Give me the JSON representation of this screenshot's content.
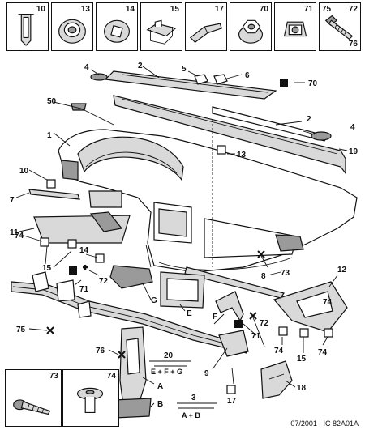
{
  "top_fasteners": [
    {
      "id": "10"
    },
    {
      "id": "13"
    },
    {
      "id": "14"
    },
    {
      "id": "15"
    },
    {
      "id": "17"
    },
    {
      "id": "70"
    },
    {
      "id": "71"
    },
    {
      "id": "75",
      "id2": "76",
      "id3": "72"
    }
  ],
  "bottom_fasteners": [
    {
      "id": "73"
    },
    {
      "id": "74"
    }
  ],
  "callouts": {
    "c1": "1",
    "c2a": "2",
    "c2b": "2",
    "c3": "3",
    "c4a": "4",
    "c4b": "4",
    "c5": "5",
    "c6": "6",
    "c7": "7",
    "c8": "8",
    "c9": "9",
    "c10": "10",
    "c11": "11",
    "c12": "12",
    "c13": "13",
    "c14": "14",
    "c15a": "15",
    "c15b": "15",
    "c17": "17",
    "c18": "18",
    "c19": "19",
    "c20": "20",
    "c50": "50",
    "c70": "70",
    "c71a": "71",
    "c71b": "71",
    "c72a": "72",
    "c72b": "72",
    "c73": "73",
    "c74a": "74",
    "c74b": "74",
    "c74c": "74",
    "c74d": "74",
    "c75": "75",
    "c76": "76",
    "cA": "A",
    "cB": "B",
    "cE": "E",
    "cF": "F",
    "cG": "G"
  },
  "formulas": {
    "f20": "E + F + G",
    "f3": "A + B"
  },
  "footer": {
    "date": "07/2001",
    "ref": "IC 82A01A"
  }
}
